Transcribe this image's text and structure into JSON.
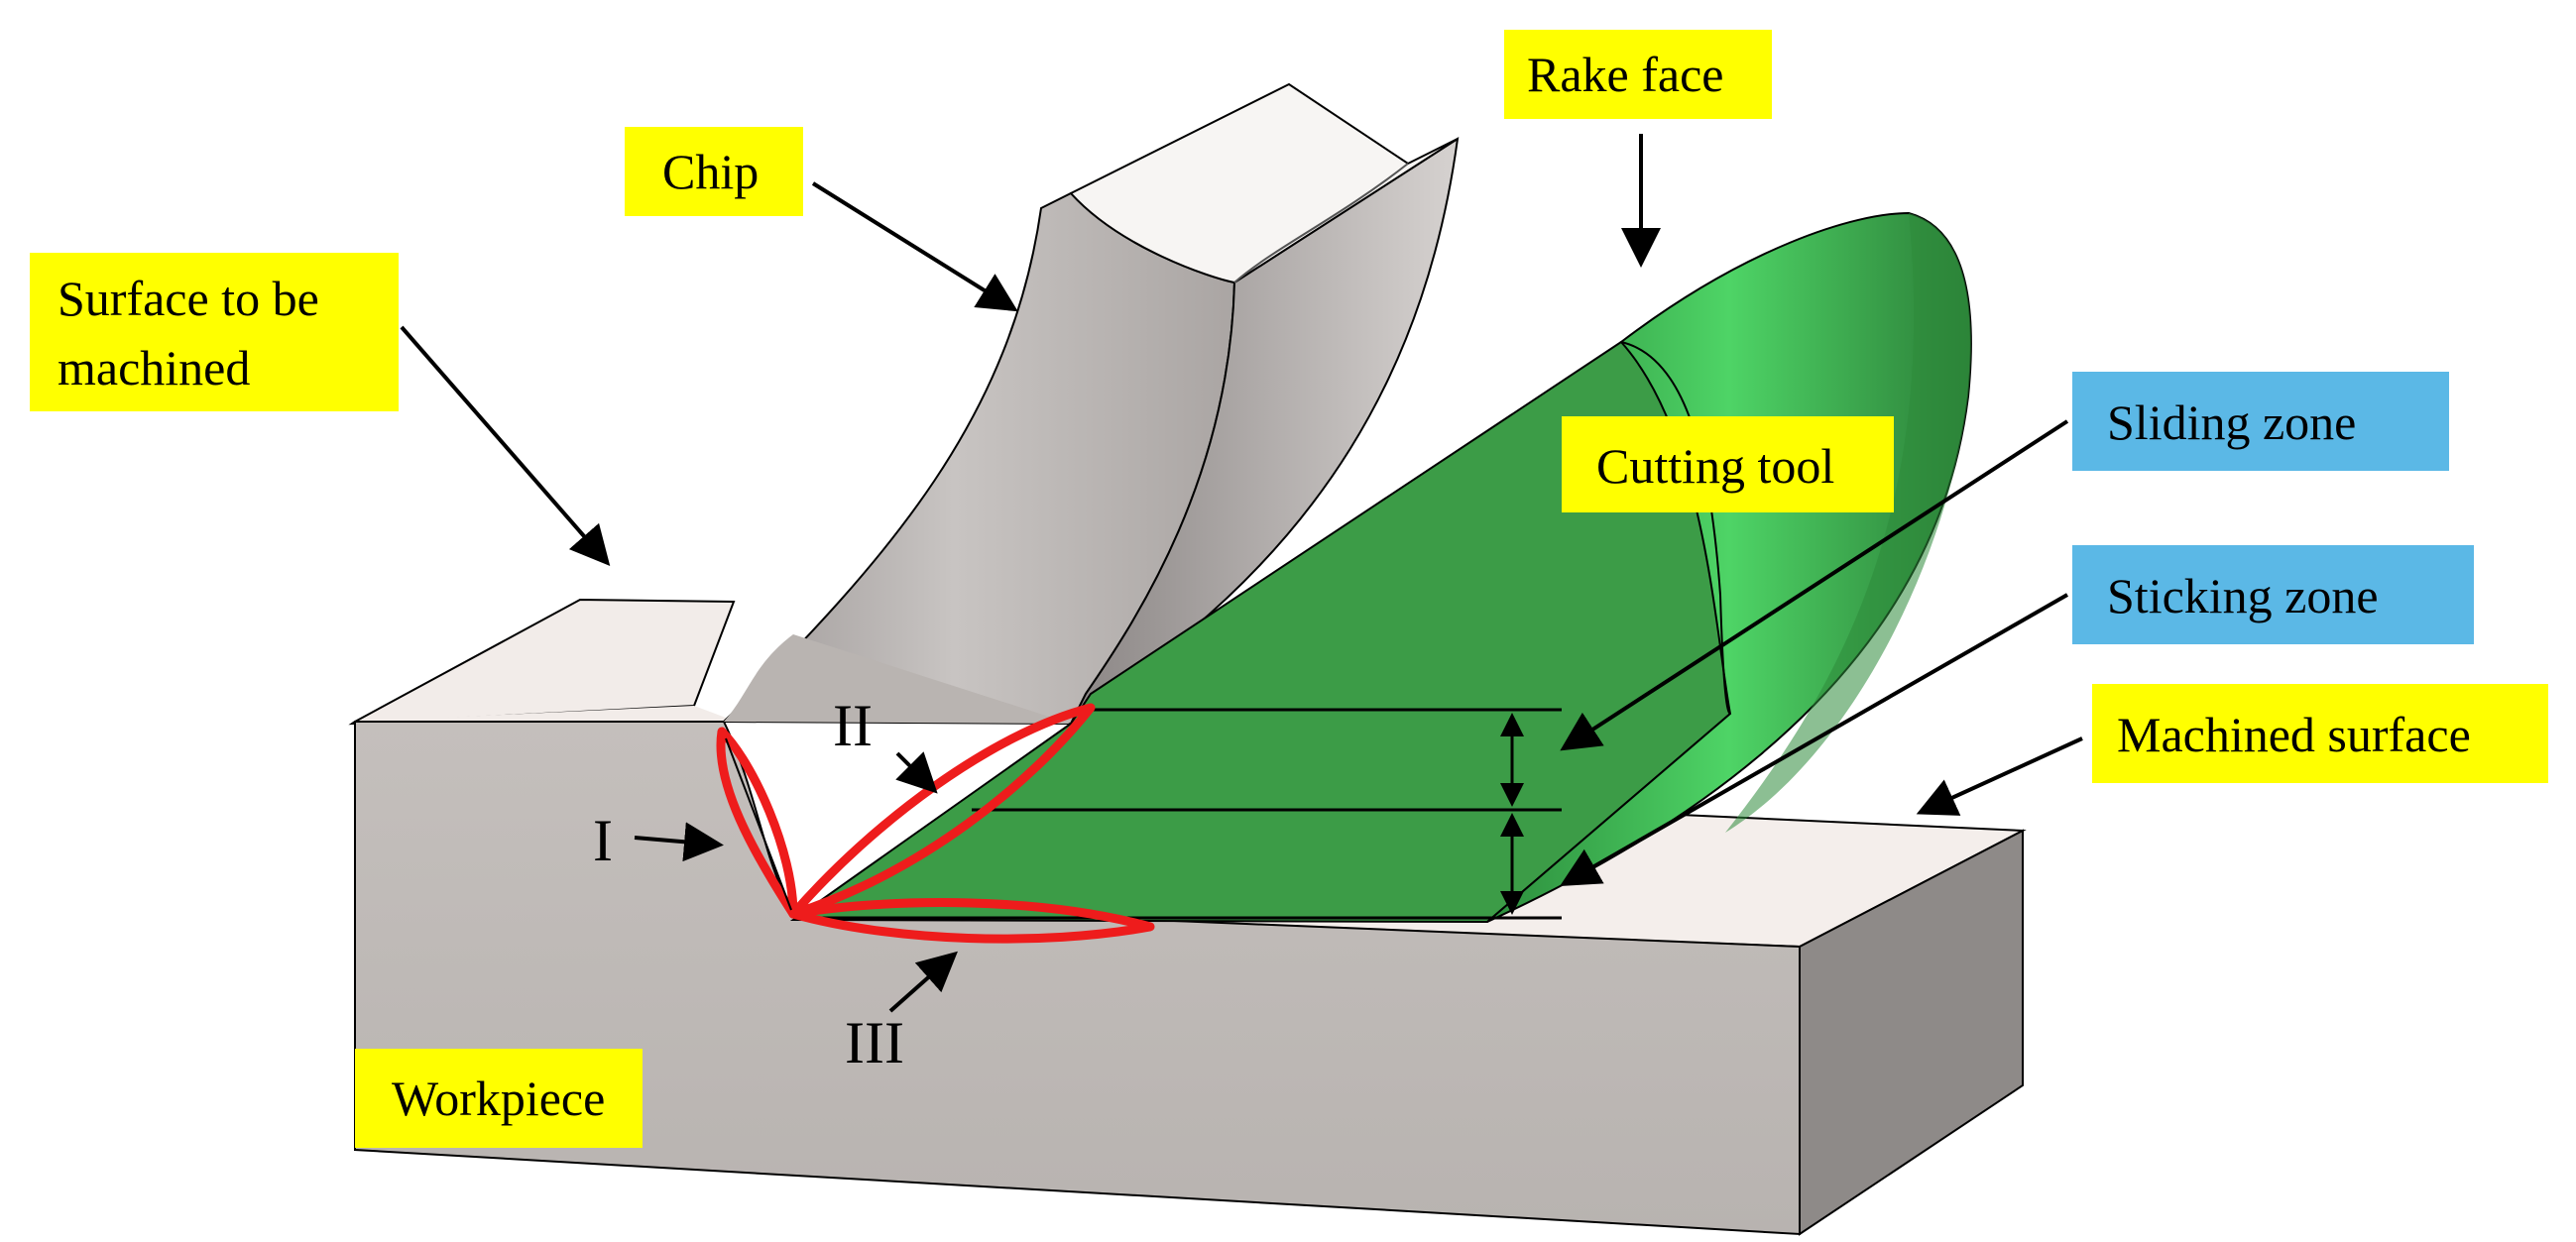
{
  "labels": {
    "chip": "Chip",
    "rake_face": "Rake face",
    "surface_to_be_machined_line1": "Surface to be",
    "surface_to_be_machined_line2": "machined",
    "cutting_tool": "Cutting tool",
    "sliding_zone": "Sliding zone",
    "sticking_zone": "Sticking zone",
    "machined_surface": "Machined surface",
    "workpiece": "Workpiece"
  },
  "zones": {
    "primary": "I",
    "secondary": "II",
    "tertiary": "III"
  },
  "colors": {
    "yellow_label": "#ffff00",
    "blue_label": "#5bb8e6",
    "workpiece_front": "#bfbab7",
    "workpiece_top": "#f2ece9",
    "tool_green": "#3c9c47",
    "zone_outline": "#ee1c1c"
  }
}
